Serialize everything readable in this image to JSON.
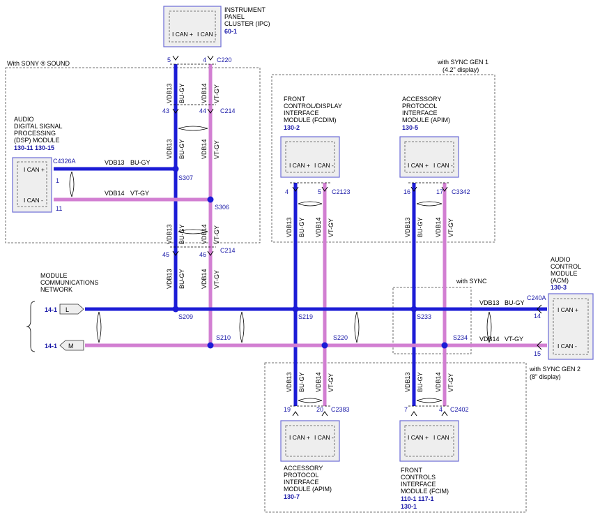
{
  "modules": {
    "ipc": {
      "lines": [
        "INSTRUMENT",
        "PANEL",
        "CLUSTER (IPC)"
      ],
      "ref": "60-1",
      "pin_hi": "I CAN +",
      "pin_lo": "I CAN -",
      "conn": "C220",
      "pins": [
        "5",
        "4"
      ]
    },
    "dsp": {
      "lines": [
        "AUDIO",
        "DIGITAL SIGNAL",
        "PROCESSING",
        "(DSP) MODULE"
      ],
      "ref": "130-11  130-15",
      "pin_hi": "I CAN +",
      "pin_lo": "I CAN -",
      "conn": "C4326A",
      "pins": [
        "1",
        "11"
      ]
    },
    "fcdim": {
      "lines": [
        "FRONT",
        "CONTROL/DISPLAY",
        "INTERFACE",
        "MODULE (FCDIM)"
      ],
      "ref": "130-2",
      "pin_hi": "I CAN +",
      "pin_lo": "I CAN -",
      "conn": "C2123",
      "pins": [
        "4",
        "5"
      ]
    },
    "apim_top": {
      "lines": [
        "ACCESSORY",
        "PROTOCOL",
        "INTERFACE",
        "MODULE (APIM)"
      ],
      "ref": "130-5",
      "pin_hi": "I CAN +",
      "pin_lo": "I CAN -",
      "conn": "C3342",
      "pins": [
        "16",
        "17"
      ]
    },
    "acm": {
      "lines": [
        "AUDIO",
        "CONTROL",
        "MODULE",
        "(ACM)"
      ],
      "ref": "130-3",
      "pin_hi": "I CAN +",
      "pin_lo": "I CAN -",
      "conn": "C240A",
      "pins": [
        "14",
        "15"
      ]
    },
    "apim_bot": {
      "lines": [
        "ACCESSORY",
        "PROTOCOL",
        "INTERFACE",
        "MODULE (APIM)"
      ],
      "ref": "130-7",
      "pin_hi": "I CAN +",
      "pin_lo": "I CAN -",
      "conn": "C2383",
      "pins": [
        "19",
        "20"
      ]
    },
    "fcim": {
      "lines": [
        "FRONT",
        "CONTROLS",
        "INTERFACE",
        "MODULE (FCIM)"
      ],
      "ref1": "110-1  117-1",
      "ref2": "130-1",
      "pin_hi": "I CAN +",
      "pin_lo": "I CAN -",
      "conn": "C2402",
      "pins": [
        "7",
        "4"
      ]
    }
  },
  "regions": {
    "sony": "With SONY ® SOUND",
    "sync1": "with SYNC GEN 1",
    "sync1_sub": "(4.2\" display)",
    "sync": "with SYNC",
    "sync2": "with SYNC GEN 2",
    "sync2_sub": "(8\" display)"
  },
  "network": {
    "lines": [
      "MODULE",
      "COMMUNICATIONS",
      "NETWORK"
    ],
    "ref": "14-1",
    "l_label": "L",
    "m_label": "M"
  },
  "c214": "C214",
  "wires": {
    "hi_circuit": "VDB13",
    "hi_color": "BU-GY",
    "lo_circuit": "VDB14",
    "lo_color": "VT-GY"
  },
  "ipc_pins_c214": {
    "top": [
      "43",
      "44"
    ],
    "bottom": [
      "45",
      "46"
    ]
  },
  "splices": {
    "s307": "S307",
    "s306": "S306",
    "s209": "S209",
    "s210": "S210",
    "s219": "S219",
    "s220": "S220",
    "s233": "S233",
    "s234": "S234"
  },
  "colors": {
    "can_high": "#1c1cd6",
    "can_low": "#d27fd2",
    "label_blue": "#1a1aa8",
    "module_fill": "#eeeeee",
    "module_border": "#6b6bd6"
  }
}
